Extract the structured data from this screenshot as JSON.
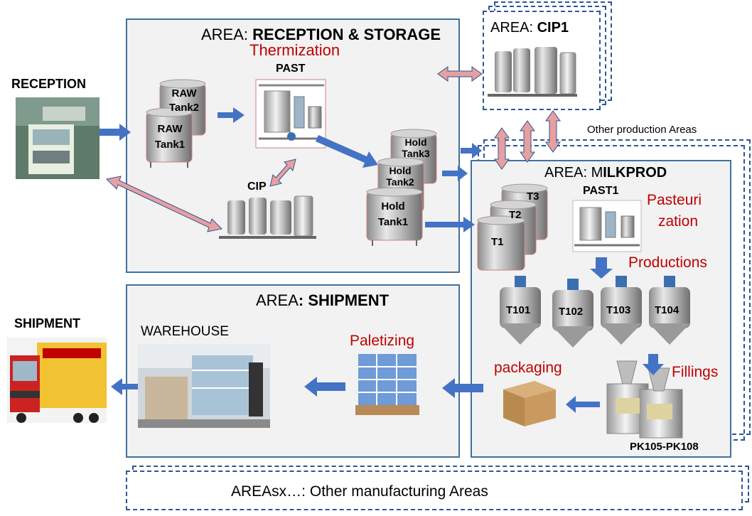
{
  "reception": {
    "label": "RECEPTION"
  },
  "shipment": {
    "label": "SHIPMENT"
  },
  "area_reception": {
    "title_prefix": "AREA: ",
    "title_bold": "RECEPTION & STORAGE",
    "process": "Thermization",
    "past_label": "PAST",
    "cip_label": "CIP",
    "raw_tank2": "RAW Tank2",
    "raw_tank1": "RAW Tank1",
    "hold_tank3": "Hold Tank3",
    "hold_tank2": "Hold Tank2",
    "hold_tank1": "Hold Tank1"
  },
  "area_cip": {
    "title_prefix": "AREA: ",
    "title_bold": "CIP1"
  },
  "other_production": "Other production Areas",
  "area_milkprod": {
    "title_prefix": "AREA: M",
    "title_bold": "ILKPROD",
    "past1": "PAST1",
    "pasteurization_1": "Pasteuri",
    "pasteurization_2": "zation",
    "productions": "Productions",
    "t1": "T1",
    "t2": "T2",
    "t3": "T3",
    "t101": "T101",
    "t102": "T102",
    "t103": "T103",
    "t104": "T104",
    "fillings": "Fillings",
    "packaging": "packaging",
    "packers": "PK105-PK108"
  },
  "area_shipment": {
    "title_prefix": "AREA",
    "title_bold": ": SHIPMENT",
    "warehouse": "WAREHOUSE",
    "paletizing": "Paletizing"
  },
  "other_manufacturing": "AREAsx…: Other manufacturing Areas",
  "colors": {
    "area_border": "#41719c",
    "arrow_blue": "#4472c4",
    "arrow_pink": "#e6a0a0",
    "accent_red": "#c00000"
  }
}
